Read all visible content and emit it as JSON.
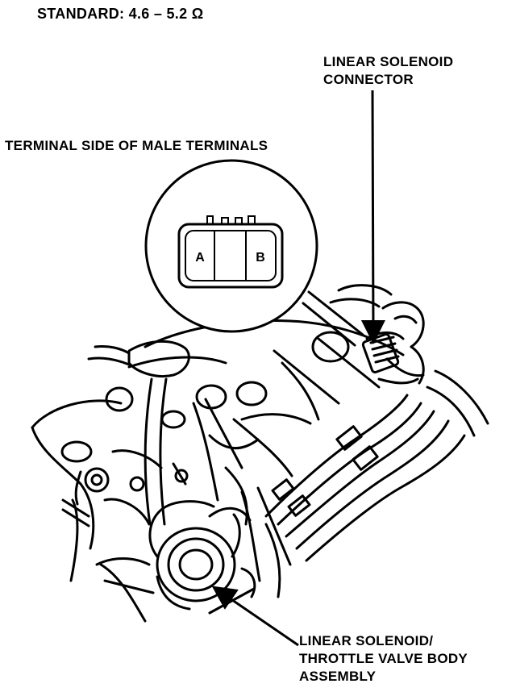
{
  "standard": "STANDARD: 4.6 – 5.2 Ω",
  "labels": {
    "connector": [
      "LINEAR SOLENOID",
      "CONNECTOR"
    ],
    "terminal_side": "TERMINAL SIDE OF MALE TERMINALS",
    "assembly": [
      "LINEAR SOLENOID/",
      "THROTTLE VALVE BODY",
      "ASSEMBLY"
    ]
  },
  "terminals": {
    "a": "A",
    "b": "B"
  },
  "colors": {
    "ink": "#000000",
    "paper": "#ffffff"
  }
}
